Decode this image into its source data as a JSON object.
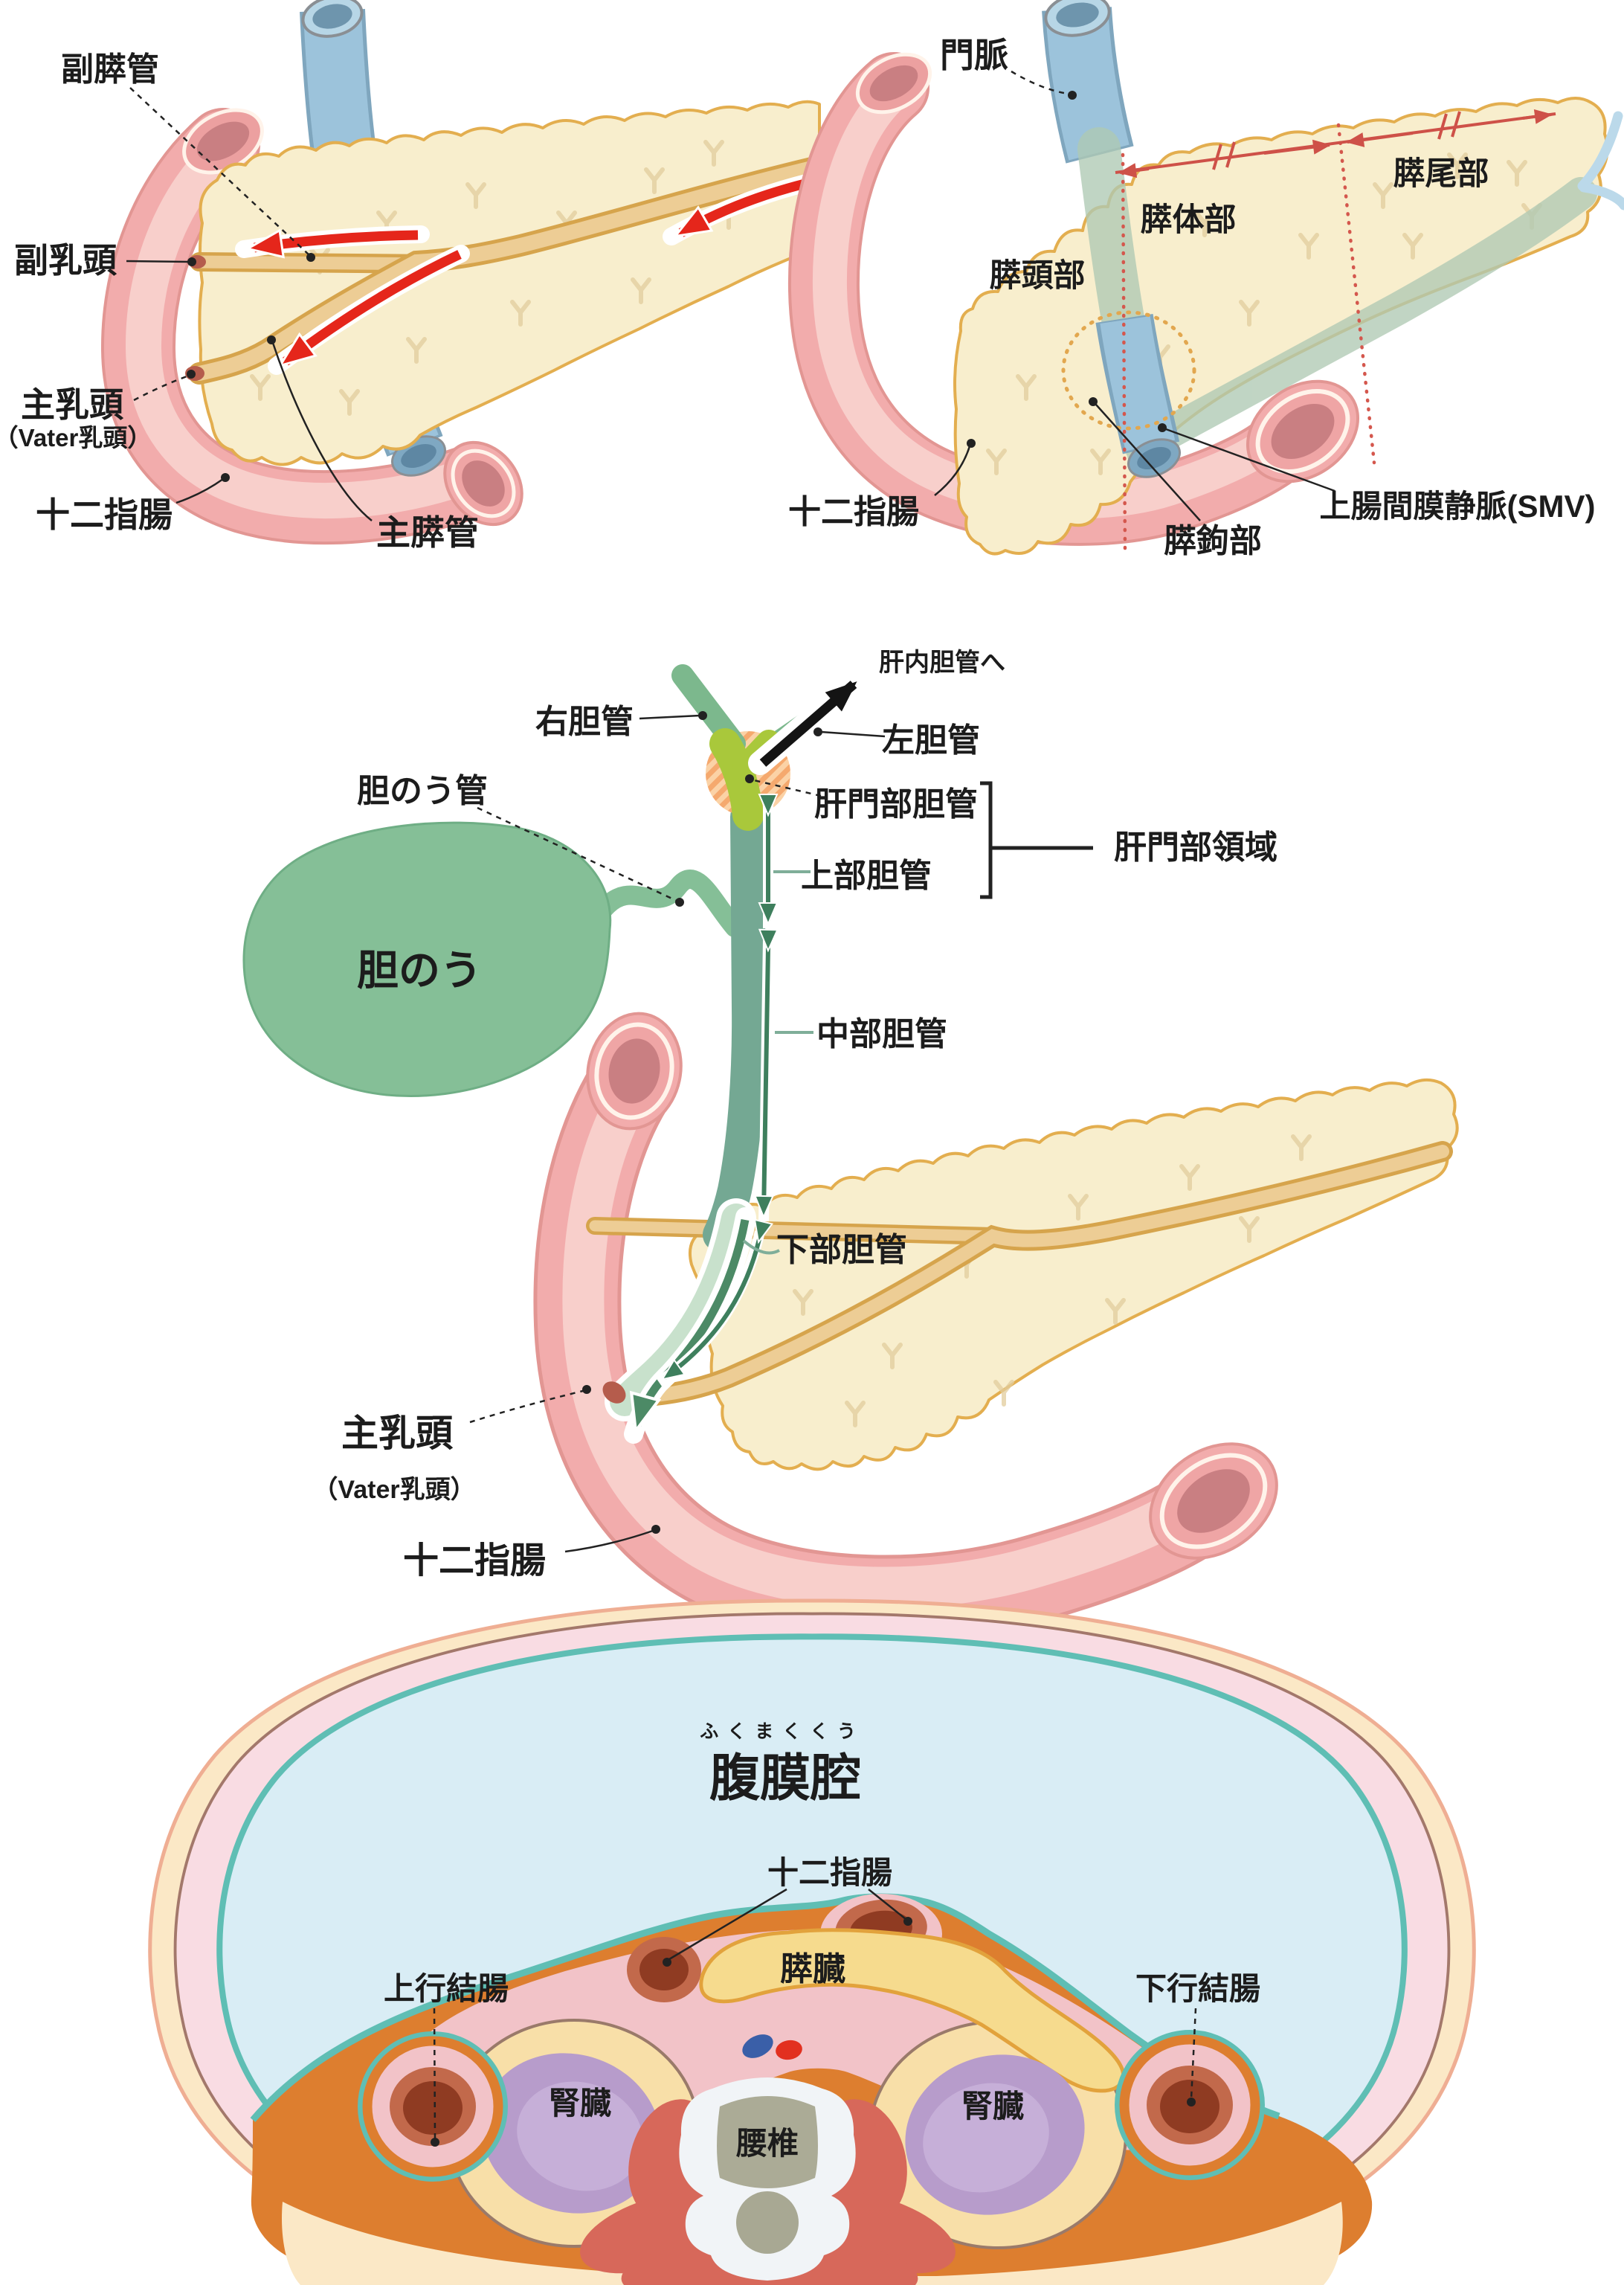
{
  "p1": {
    "accessory_duct": "副膵管",
    "minor_papilla": "副乳頭",
    "major_papilla": "主乳頭",
    "major_papilla_sub": "（Vater乳頭）",
    "duodenum": "十二指腸",
    "main_duct": "主膵管"
  },
  "p2": {
    "portal_vein": "門脈",
    "tail": "膵尾部",
    "body": "膵体部",
    "head": "膵頭部",
    "duodenum": "十二指腸",
    "uncinate": "膵鉤部",
    "smv": "上腸間膜静脈(SMV)"
  },
  "p3": {
    "right_duct": "右胆管",
    "to_intrahepatic": "肝内胆管へ",
    "left_duct": "左胆管",
    "cystic_duct": "胆のう管",
    "hilar_duct": "肝門部胆管",
    "hilar_region": "肝門部領域",
    "upper_duct": "上部胆管",
    "gallbladder": "胆のう",
    "middle_duct": "中部胆管",
    "lower_duct": "下部胆管",
    "major_papilla": "主乳頭",
    "major_papilla_sub": "（Vater乳頭）",
    "duodenum": "十二指腸"
  },
  "p4": {
    "cavity": "腹膜腔",
    "cavity_furigana": "ふくまくくう",
    "duodenum": "十二指腸",
    "pancreas": "膵臓",
    "ascending_colon": "上行結腸",
    "descending_colon": "下行結腸",
    "kidney_left": "腎臓",
    "kidney_right": "腎臓",
    "vertebra": "腰椎"
  },
  "colors": {
    "duodenum_pink": "#F2ACAC",
    "pancreas_cream": "#F8EECD",
    "pancreas_outline": "#E3AE4F",
    "duct_tan": "#EDCD95",
    "vein_blue": "#9CC3DB",
    "arrow_red": "#E5261B",
    "measure_red": "#CE5148",
    "gallbladder_green": "#85BF97",
    "bile_duct_green": "#74A893",
    "hilar_yellow_green": "#A9C83B",
    "hatch_orange": "#F5A96E",
    "dark_green_arrow": "#3E7F5D",
    "peritoneum_teal": "#5FBEB4",
    "cavity_blue": "#D9EDF5",
    "retro_orange": "#DD7E2F",
    "pocket_pink": "#F2C3C8",
    "band_pink": "#F9DCE3",
    "body_cream": "#FBE8C6",
    "kidney_purple": "#B79CCB",
    "colon_brown": "#8F3B22",
    "vertebra_gray": "#ABAB96",
    "muscle_red": "#D7685A",
    "aorta_red": "#E2301F",
    "ivc_blue": "#3A5FA8"
  }
}
